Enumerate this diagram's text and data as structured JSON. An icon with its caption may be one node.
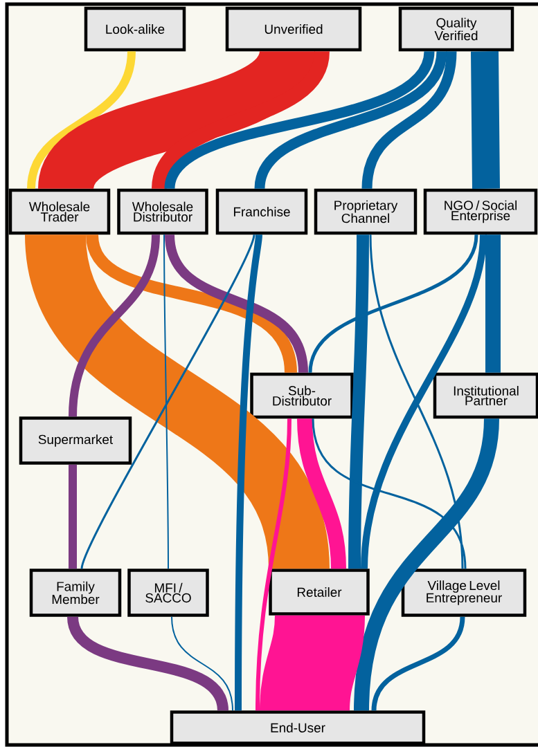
{
  "diagram": {
    "nodes": [
      {
        "text": [
          "Look-alike"
        ]
      },
      {
        "text": [
          "Unverified"
        ]
      },
      {
        "text": [
          "Quality Verified"
        ]
      },
      {
        "text": [
          "Wholesale Trader"
        ]
      },
      {
        "text": [
          "Wholesale Distributor"
        ]
      },
      {
        "text": [
          "Franchise"
        ]
      },
      {
        "text": [
          "Proprietary Channel"
        ]
      },
      {
        "text": [
          "NGO / Social Enterprise"
        ]
      },
      {
        "text": [
          "Sub-Distributor"
        ]
      },
      {
        "text": [
          "Institutional Partner"
        ]
      },
      {
        "text": [
          "Supermarket"
        ]
      },
      {
        "text": [
          "Family Member"
        ]
      },
      {
        "text": [
          "MFI / SACCO"
        ]
      },
      {
        "text": [
          "Retailer"
        ]
      },
      {
        "text": [
          "Village Level Entrepreneur"
        ]
      },
      {
        "text": [
          "End-User"
        ]
      }
    ],
    "edges": [
      {
        "from": 0,
        "to": 3,
        "arrow": "none",
        "color": "#fdd835"
      },
      {
        "from": 1,
        "to": 3,
        "arrow": "none",
        "style": "thick",
        "color": "#e32522"
      },
      {
        "from": 1,
        "to": 4,
        "arrow": "none",
        "color": "#e32522"
      },
      {
        "from": 2,
        "to": 4,
        "arrow": "none"
      },
      {
        "from": 2,
        "to": 5,
        "arrow": "none"
      },
      {
        "from": 2,
        "to": 6,
        "arrow": "none"
      },
      {
        "from": 2,
        "to": 7,
        "arrow": "none",
        "style": "thick"
      },
      {
        "from": 3,
        "to": 13,
        "arrow": "none",
        "style": "thick",
        "color": "#ee7718"
      },
      {
        "from": 3,
        "to": 8,
        "arrow": "none",
        "color": "#ee7718"
      },
      {
        "from": 4,
        "to": 10,
        "arrow": "none",
        "color": "#7b3a82"
      },
      {
        "from": 4,
        "to": 12,
        "arrow": "none"
      },
      {
        "from": 4,
        "to": 8,
        "arrow": "none",
        "color": "#7b3a82"
      },
      {
        "from": 5,
        "to": 11,
        "arrow": "none"
      },
      {
        "from": 5,
        "to": 15,
        "arrow": "none"
      },
      {
        "from": 6,
        "to": 13,
        "arrow": "none"
      },
      {
        "from": 6,
        "to": 14,
        "arrow": "none"
      },
      {
        "from": 7,
        "to": 8,
        "arrow": "none"
      },
      {
        "from": 7,
        "to": 13,
        "arrow": "none"
      },
      {
        "from": 7,
        "to": 9,
        "arrow": "none"
      },
      {
        "from": 8,
        "to": 13,
        "arrow": "none",
        "color": "#ff1493"
      },
      {
        "from": 8,
        "to": 15,
        "arrow": "none",
        "color": "#ff1493"
      },
      {
        "from": 8,
        "to": 14,
        "arrow": "none"
      },
      {
        "from": 9,
        "to": 15,
        "arrow": "none"
      },
      {
        "from": 10,
        "to": 11,
        "arrow": "none",
        "color": "#7b3a82"
      },
      {
        "from": 11,
        "to": 15,
        "arrow": "none",
        "color": "#7b3a82"
      },
      {
        "from": 12,
        "to": 15,
        "arrow": "none"
      },
      {
        "from": 13,
        "to": 15,
        "arrow": "none",
        "style": "thick",
        "color": "#ff1493"
      },
      {
        "from": 14,
        "to": 15,
        "arrow": "none"
      }
    ]
  }
}
